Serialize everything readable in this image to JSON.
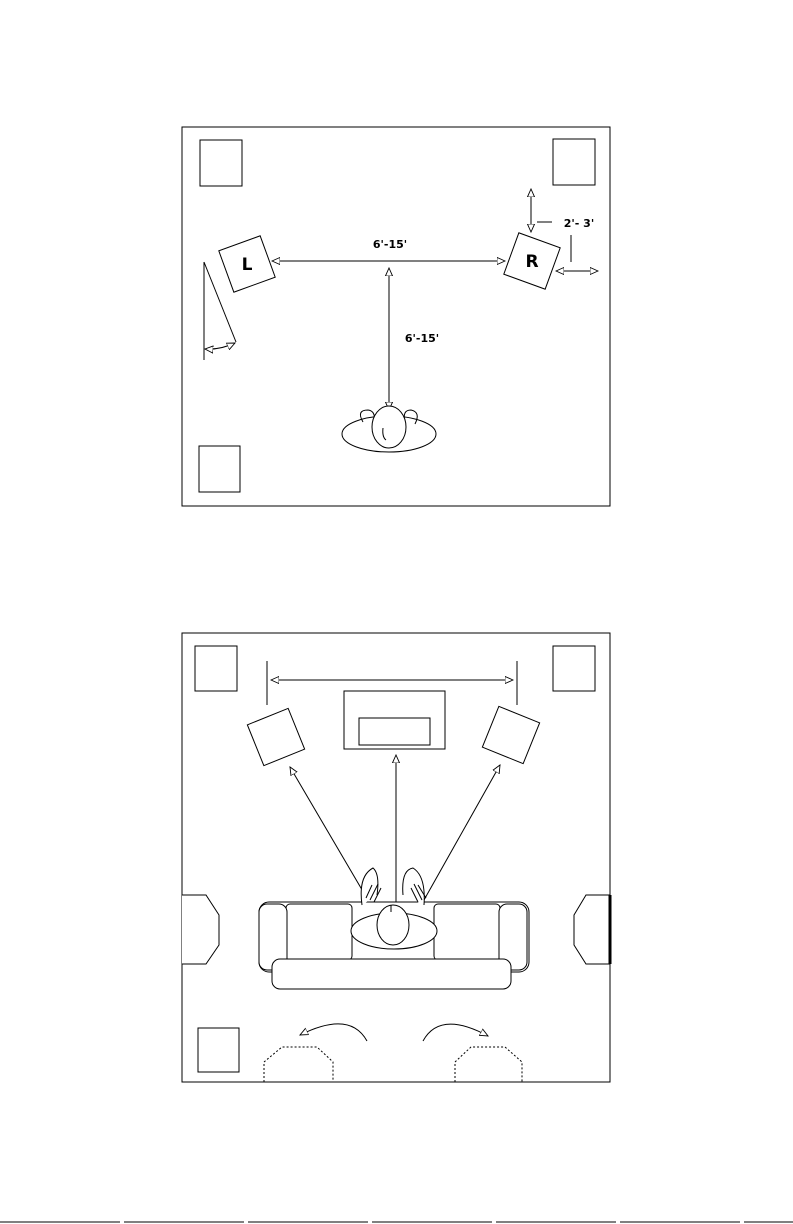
{
  "diagram_top": {
    "labels": {
      "left_speaker": "L",
      "right_speaker": "R",
      "speaker_spacing": "6'-15'",
      "listener_distance": "6'-15'",
      "wall_distance": "2'- 3'"
    }
  },
  "diagram_bottom": {
    "labels": {}
  }
}
